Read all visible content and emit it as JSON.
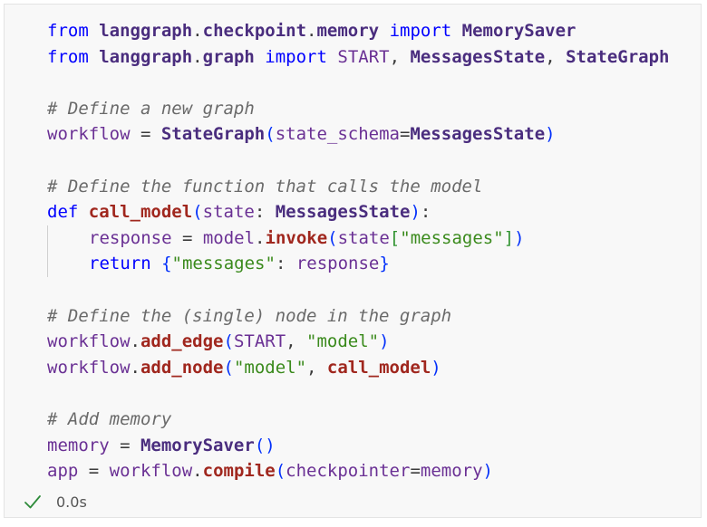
{
  "code_lines": [
    [
      {
        "t": "from",
        "c": "kw"
      },
      {
        "t": " "
      },
      {
        "t": "langgraph",
        "c": "mod"
      },
      {
        "t": "."
      },
      {
        "t": "checkpoint",
        "c": "mod"
      },
      {
        "t": "."
      },
      {
        "t": "memory",
        "c": "mod"
      },
      {
        "t": " "
      },
      {
        "t": "import",
        "c": "kw"
      },
      {
        "t": " "
      },
      {
        "t": "MemorySaver",
        "c": "cls"
      }
    ],
    [
      {
        "t": "from",
        "c": "kw"
      },
      {
        "t": " "
      },
      {
        "t": "langgraph",
        "c": "mod"
      },
      {
        "t": "."
      },
      {
        "t": "graph",
        "c": "mod"
      },
      {
        "t": " "
      },
      {
        "t": "import",
        "c": "kw"
      },
      {
        "t": " "
      },
      {
        "t": "START",
        "c": "var"
      },
      {
        "t": ", "
      },
      {
        "t": "MessagesState",
        "c": "cls"
      },
      {
        "t": ", "
      },
      {
        "t": "StateGraph",
        "c": "cls"
      }
    ],
    [],
    [
      {
        "t": "# Define a new graph",
        "c": "cmt"
      }
    ],
    [
      {
        "t": "workflow",
        "c": "var"
      },
      {
        "t": " = "
      },
      {
        "t": "StateGraph",
        "c": "cls"
      },
      {
        "t": "(",
        "c": "br"
      },
      {
        "t": "state_schema",
        "c": "var"
      },
      {
        "t": "="
      },
      {
        "t": "MessagesState",
        "c": "cls"
      },
      {
        "t": ")",
        "c": "br"
      }
    ],
    [],
    [
      {
        "t": "# Define the function that calls the model",
        "c": "cmt"
      }
    ],
    [
      {
        "t": "def",
        "c": "kw"
      },
      {
        "t": " "
      },
      {
        "t": "call_model",
        "c": "fn"
      },
      {
        "t": "(",
        "c": "br"
      },
      {
        "t": "state",
        "c": "var"
      },
      {
        "t": ": "
      },
      {
        "t": "MessagesState",
        "c": "cls"
      },
      {
        "t": ")",
        "c": "br"
      },
      {
        "t": ":"
      }
    ],
    [
      {
        "indent": true
      },
      {
        "t": "response",
        "c": "var"
      },
      {
        "t": " = "
      },
      {
        "t": "model",
        "c": "var"
      },
      {
        "t": "."
      },
      {
        "t": "invoke",
        "c": "fn"
      },
      {
        "t": "(",
        "c": "br"
      },
      {
        "t": "state",
        "c": "var"
      },
      {
        "t": "[",
        "c": "br2"
      },
      {
        "t": "\"messages\"",
        "c": "str"
      },
      {
        "t": "]",
        "c": "br2"
      },
      {
        "t": ")",
        "c": "br"
      }
    ],
    [
      {
        "indent": true
      },
      {
        "t": "return",
        "c": "kw"
      },
      {
        "t": " "
      },
      {
        "t": "{",
        "c": "br"
      },
      {
        "t": "\"messages\"",
        "c": "str"
      },
      {
        "t": ": "
      },
      {
        "t": "response",
        "c": "var"
      },
      {
        "t": "}",
        "c": "br"
      }
    ],
    [],
    [
      {
        "t": "# Define the (single) node in the graph",
        "c": "cmt"
      }
    ],
    [
      {
        "t": "workflow",
        "c": "var"
      },
      {
        "t": "."
      },
      {
        "t": "add_edge",
        "c": "fn"
      },
      {
        "t": "(",
        "c": "br"
      },
      {
        "t": "START",
        "c": "var"
      },
      {
        "t": ", "
      },
      {
        "t": "\"model\"",
        "c": "str"
      },
      {
        "t": ")",
        "c": "br"
      }
    ],
    [
      {
        "t": "workflow",
        "c": "var"
      },
      {
        "t": "."
      },
      {
        "t": "add_node",
        "c": "fn"
      },
      {
        "t": "(",
        "c": "br"
      },
      {
        "t": "\"model\"",
        "c": "str"
      },
      {
        "t": ", "
      },
      {
        "t": "call_model",
        "c": "fn"
      },
      {
        "t": ")",
        "c": "br"
      }
    ],
    [],
    [
      {
        "t": "# Add memory",
        "c": "cmt"
      }
    ],
    [
      {
        "t": "memory",
        "c": "var"
      },
      {
        "t": " = "
      },
      {
        "t": "MemorySaver",
        "c": "cls"
      },
      {
        "t": "()",
        "c": "br"
      }
    ],
    [
      {
        "t": "app",
        "c": "var"
      },
      {
        "t": " = "
      },
      {
        "t": "workflow",
        "c": "var"
      },
      {
        "t": "."
      },
      {
        "t": "compile",
        "c": "fn"
      },
      {
        "t": "(",
        "c": "br"
      },
      {
        "t": "checkpointer",
        "c": "var"
      },
      {
        "t": "="
      },
      {
        "t": "memory",
        "c": "var"
      },
      {
        "t": ")",
        "c": "br"
      }
    ]
  ],
  "status": {
    "icon": "check-icon",
    "icon_color": "#2e8b3a",
    "duration": "0.0s"
  }
}
